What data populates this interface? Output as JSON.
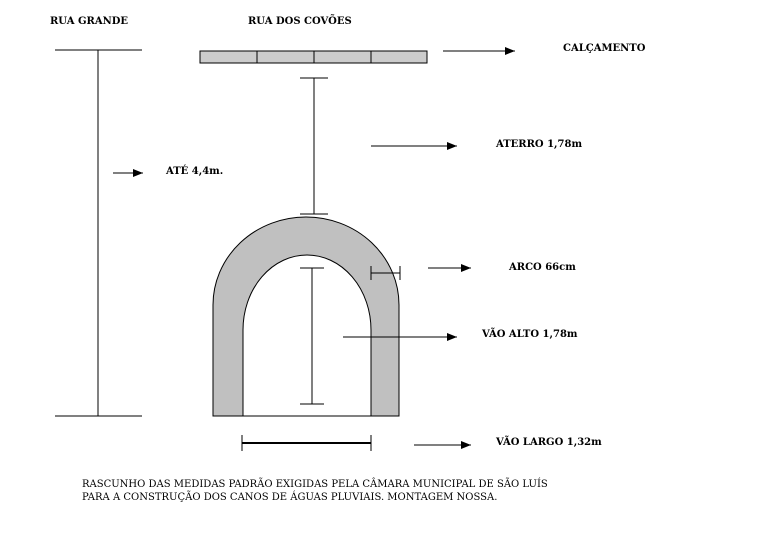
{
  "labels": {
    "rua_grande": "RUA GRANDE",
    "rua_dos_covoes": "RUA DOS COVÕES",
    "calcamento": "CALÇAMENTO",
    "aterro": "ATERRO 1,78m",
    "ate": "ATÉ 4,4m.",
    "arco": "ARCO 66cm",
    "vao_alto": "VÃO ALTO 1,78m",
    "vao_largo": "VÃO LARGO 1,32m"
  },
  "caption": {
    "line1": "RASCUNHO DAS MEDIDAS PADRÃO EXIGIDAS PELA CÂMARA MUNICIPAL DE SÃO LUÍS",
    "line2": "PARA A CONSTRUÇÃO DOS CANOS DE ÁGUAS PLUVIAIS. MONTAGEM NOSSA."
  },
  "colors": {
    "arch_fill": "#c0c0c0",
    "paving_fill": "#cccccc",
    "ink": "#000000"
  }
}
